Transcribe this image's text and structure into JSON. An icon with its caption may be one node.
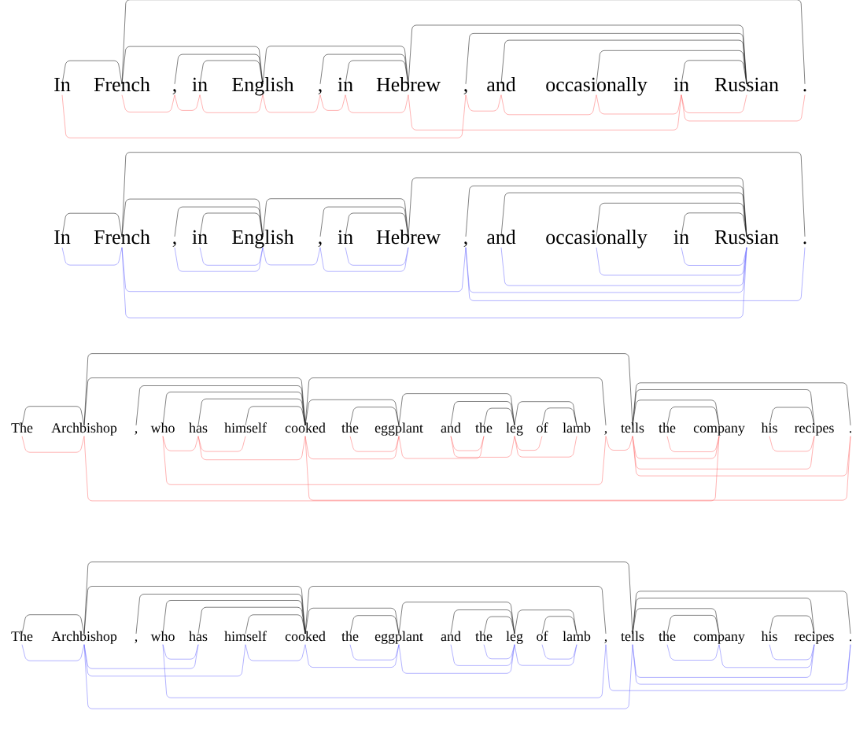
{
  "diagram": {
    "nodes": [
      {
        "text": [
          "In"
        ]
      },
      {
        "text": [
          "French"
        ]
      },
      {
        "text": [
          ","
        ]
      },
      {
        "text": [
          "in"
        ]
      },
      {
        "text": [
          "English"
        ]
      },
      {
        "text": [
          ","
        ]
      },
      {
        "text": [
          "in"
        ]
      },
      {
        "text": [
          "Hebrew"
        ]
      },
      {
        "text": [
          ","
        ]
      },
      {
        "text": [
          "and"
        ]
      },
      {
        "text": [
          "occasionally"
        ]
      },
      {
        "text": [
          "in"
        ]
      },
      {
        "text": [
          "Russian"
        ]
      },
      {
        "text": [
          "."
        ]
      },
      {
        "text": [
          "In"
        ]
      },
      {
        "text": [
          "French"
        ]
      },
      {
        "text": [
          ","
        ]
      },
      {
        "text": [
          "in"
        ]
      },
      {
        "text": [
          "English"
        ]
      },
      {
        "text": [
          ","
        ]
      },
      {
        "text": [
          "in"
        ]
      },
      {
        "text": [
          "Hebrew"
        ]
      },
      {
        "text": [
          ","
        ]
      },
      {
        "text": [
          "and"
        ]
      },
      {
        "text": [
          "occasionally"
        ]
      },
      {
        "text": [
          "in"
        ]
      },
      {
        "text": [
          "Russian"
        ]
      },
      {
        "text": [
          "."
        ]
      },
      {
        "text": [
          "The"
        ]
      },
      {
        "text": [
          "Archbishop"
        ]
      },
      {
        "text": [
          ","
        ]
      },
      {
        "text": [
          "who"
        ]
      },
      {
        "text": [
          "has"
        ]
      },
      {
        "text": [
          "himself"
        ]
      },
      {
        "text": [
          "cooked"
        ]
      },
      {
        "text": [
          "the"
        ]
      },
      {
        "text": [
          "eggplant"
        ]
      },
      {
        "text": [
          "and"
        ]
      },
      {
        "text": [
          "the"
        ]
      },
      {
        "text": [
          "leg"
        ]
      },
      {
        "text": [
          "of"
        ]
      },
      {
        "text": [
          "lamb"
        ]
      },
      {
        "text": [
          ","
        ]
      },
      {
        "text": [
          "tells"
        ]
      },
      {
        "text": [
          "the"
        ]
      },
      {
        "text": [
          "company"
        ]
      },
      {
        "text": [
          "his"
        ]
      },
      {
        "text": [
          "recipes"
        ]
      },
      {
        "text": [
          "."
        ]
      },
      {
        "text": [
          "The"
        ]
      },
      {
        "text": [
          "Archbishop"
        ]
      },
      {
        "text": [
          ","
        ]
      },
      {
        "text": [
          "who"
        ]
      },
      {
        "text": [
          "has"
        ]
      },
      {
        "text": [
          "himself"
        ]
      },
      {
        "text": [
          "cooked"
        ]
      },
      {
        "text": [
          "the"
        ]
      },
      {
        "text": [
          "eggplant"
        ]
      },
      {
        "text": [
          "and"
        ]
      },
      {
        "text": [
          "the"
        ]
      },
      {
        "text": [
          "leg"
        ]
      },
      {
        "text": [
          "of"
        ]
      },
      {
        "text": [
          "lamb"
        ]
      },
      {
        "text": [
          ","
        ]
      },
      {
        "text": [
          "tells"
        ]
      },
      {
        "text": [
          "the"
        ]
      },
      {
        "text": [
          "company"
        ]
      },
      {
        "text": [
          "his"
        ]
      },
      {
        "text": [
          "recipes"
        ]
      },
      {
        "text": [
          "."
        ]
      }
    ],
    "edges": [
      {
        "from": 0,
        "to": 1,
        "arrow": "none"
      },
      {
        "from": 1,
        "to": 13,
        "arrow": "none"
      },
      {
        "from": 1,
        "to": 4,
        "arrow": "none"
      },
      {
        "from": 2,
        "to": 4,
        "arrow": "none"
      },
      {
        "from": 3,
        "to": 4,
        "arrow": "none"
      },
      {
        "from": 4,
        "to": 7,
        "arrow": "none"
      },
      {
        "from": 5,
        "to": 7,
        "arrow": "none"
      },
      {
        "from": 6,
        "to": 7,
        "arrow": "none"
      },
      {
        "from": 7,
        "to": 12,
        "arrow": "none"
      },
      {
        "from": 8,
        "to": 12,
        "arrow": "none"
      },
      {
        "from": 9,
        "to": 12,
        "arrow": "none"
      },
      {
        "from": 10,
        "to": 12,
        "arrow": "none"
      },
      {
        "from": 11,
        "to": 12,
        "arrow": "none"
      },
      {
        "from": 0,
        "to": 8,
        "arrow": "none",
        "color": "#ff6666"
      },
      {
        "from": 1,
        "to": 2,
        "arrow": "none",
        "color": "#ff6666"
      },
      {
        "from": 2,
        "to": 3,
        "arrow": "none",
        "color": "#ff6666"
      },
      {
        "from": 3,
        "to": 4,
        "arrow": "none",
        "color": "#ff6666"
      },
      {
        "from": 4,
        "to": 5,
        "arrow": "none",
        "color": "#ff6666"
      },
      {
        "from": 5,
        "to": 6,
        "arrow": "none",
        "color": "#ff6666"
      },
      {
        "from": 6,
        "to": 7,
        "arrow": "none",
        "color": "#ff6666"
      },
      {
        "from": 7,
        "to": 11,
        "arrow": "none",
        "color": "#ff6666"
      },
      {
        "from": 8,
        "to": 9,
        "arrow": "none",
        "color": "#ff6666"
      },
      {
        "from": 9,
        "to": 10,
        "arrow": "none",
        "color": "#ff6666"
      },
      {
        "from": 10,
        "to": 11,
        "arrow": "none",
        "color": "#ff6666"
      },
      {
        "from": 11,
        "to": 12,
        "arrow": "none",
        "color": "#ff6666"
      },
      {
        "from": 11,
        "to": 13,
        "arrow": "none",
        "color": "#ff6666"
      },
      {
        "from": 14,
        "to": 15,
        "arrow": "none"
      },
      {
        "from": 15,
        "to": 27,
        "arrow": "none"
      },
      {
        "from": 15,
        "to": 18,
        "arrow": "none"
      },
      {
        "from": 16,
        "to": 18,
        "arrow": "none"
      },
      {
        "from": 17,
        "to": 18,
        "arrow": "none"
      },
      {
        "from": 18,
        "to": 21,
        "arrow": "none"
      },
      {
        "from": 19,
        "to": 21,
        "arrow": "none"
      },
      {
        "from": 20,
        "to": 21,
        "arrow": "none"
      },
      {
        "from": 21,
        "to": 26,
        "arrow": "none"
      },
      {
        "from": 22,
        "to": 26,
        "arrow": "none"
      },
      {
        "from": 23,
        "to": 26,
        "arrow": "none"
      },
      {
        "from": 24,
        "to": 26,
        "arrow": "none"
      },
      {
        "from": 25,
        "to": 26,
        "arrow": "none"
      },
      {
        "from": 14,
        "to": 15,
        "arrow": "none",
        "color": "#6666ff"
      },
      {
        "from": 15,
        "to": 22,
        "arrow": "none",
        "color": "#6666ff"
      },
      {
        "from": 16,
        "to": 18,
        "arrow": "none",
        "color": "#6666ff"
      },
      {
        "from": 17,
        "to": 18,
        "arrow": "none",
        "color": "#6666ff"
      },
      {
        "from": 18,
        "to": 19,
        "arrow": "none",
        "color": "#6666ff"
      },
      {
        "from": 19,
        "to": 21,
        "arrow": "none",
        "color": "#6666ff"
      },
      {
        "from": 20,
        "to": 21,
        "arrow": "none",
        "color": "#6666ff"
      },
      {
        "from": 15,
        "to": 26,
        "arrow": "none",
        "color": "#6666ff"
      },
      {
        "from": 22,
        "to": 26,
        "arrow": "none",
        "color": "#6666ff"
      },
      {
        "from": 23,
        "to": 26,
        "arrow": "none",
        "color": "#6666ff"
      },
      {
        "from": 24,
        "to": 26,
        "arrow": "none",
        "color": "#6666ff"
      },
      {
        "from": 25,
        "to": 26,
        "arrow": "none",
        "color": "#6666ff"
      },
      {
        "from": 22,
        "to": 27,
        "arrow": "none",
        "color": "#6666ff"
      },
      {
        "from": 28,
        "to": 29,
        "arrow": "none"
      },
      {
        "from": 29,
        "to": 43,
        "arrow": "none"
      },
      {
        "from": 29,
        "to": 34,
        "arrow": "none"
      },
      {
        "from": 30,
        "to": 34,
        "arrow": "none"
      },
      {
        "from": 31,
        "to": 34,
        "arrow": "none"
      },
      {
        "from": 32,
        "to": 34,
        "arrow": "none"
      },
      {
        "from": 33,
        "to": 34,
        "arrow": "none"
      },
      {
        "from": 34,
        "to": 42,
        "arrow": "none"
      },
      {
        "from": 34,
        "to": 36,
        "arrow": "none"
      },
      {
        "from": 35,
        "to": 36,
        "arrow": "none"
      },
      {
        "from": 36,
        "to": 39,
        "arrow": "none"
      },
      {
        "from": 37,
        "to": 39,
        "arrow": "none"
      },
      {
        "from": 38,
        "to": 39,
        "arrow": "none"
      },
      {
        "from": 39,
        "to": 41,
        "arrow": "none"
      },
      {
        "from": 40,
        "to": 41,
        "arrow": "none"
      },
      {
        "from": 43,
        "to": 45,
        "arrow": "none"
      },
      {
        "from": 43,
        "to": 47,
        "arrow": "none"
      },
      {
        "from": 43,
        "to": 48,
        "arrow": "none"
      },
      {
        "from": 44,
        "to": 45,
        "arrow": "none"
      },
      {
        "from": 46,
        "to": 47,
        "arrow": "none"
      },
      {
        "from": 28,
        "to": 29,
        "arrow": "none",
        "color": "#ff6666"
      },
      {
        "from": 29,
        "to": 45,
        "arrow": "none",
        "color": "#ff6666"
      },
      {
        "from": 31,
        "to": 32,
        "arrow": "none",
        "color": "#ff6666"
      },
      {
        "from": 32,
        "to": 33,
        "arrow": "none",
        "color": "#ff6666"
      },
      {
        "from": 32,
        "to": 34,
        "arrow": "none",
        "color": "#ff6666"
      },
      {
        "from": 31,
        "to": 42,
        "arrow": "none",
        "color": "#ff6666"
      },
      {
        "from": 34,
        "to": 48,
        "arrow": "none",
        "color": "#ff6666"
      },
      {
        "from": 34,
        "to": 36,
        "arrow": "none",
        "color": "#ff6666"
      },
      {
        "from": 35,
        "to": 36,
        "arrow": "none",
        "color": "#ff6666"
      },
      {
        "from": 36,
        "to": 38,
        "arrow": "none",
        "color": "#ff6666"
      },
      {
        "from": 37,
        "to": 38,
        "arrow": "none",
        "color": "#ff6666"
      },
      {
        "from": 37,
        "to": 39,
        "arrow": "none",
        "color": "#ff6666"
      },
      {
        "from": 39,
        "to": 40,
        "arrow": "none",
        "color": "#ff6666"
      },
      {
        "from": 39,
        "to": 41,
        "arrow": "none",
        "color": "#ff6666"
      },
      {
        "from": 42,
        "to": 43,
        "arrow": "none",
        "color": "#ff6666"
      },
      {
        "from": 43,
        "to": 45,
        "arrow": "none",
        "color": "#ff6666"
      },
      {
        "from": 44,
        "to": 45,
        "arrow": "none",
        "color": "#ff6666"
      },
      {
        "from": 46,
        "to": 47,
        "arrow": "none",
        "color": "#ff6666"
      },
      {
        "from": 43,
        "to": 47,
        "arrow": "none",
        "color": "#ff6666"
      },
      {
        "from": 43,
        "to": 48,
        "arrow": "none",
        "color": "#ff6666"
      },
      {
        "from": 49,
        "to": 50,
        "arrow": "none"
      },
      {
        "from": 50,
        "to": 64,
        "arrow": "none"
      },
      {
        "from": 50,
        "to": 55,
        "arrow": "none"
      },
      {
        "from": 51,
        "to": 55,
        "arrow": "none"
      },
      {
        "from": 52,
        "to": 55,
        "arrow": "none"
      },
      {
        "from": 53,
        "to": 55,
        "arrow": "none"
      },
      {
        "from": 54,
        "to": 55,
        "arrow": "none"
      },
      {
        "from": 55,
        "to": 63,
        "arrow": "none"
      },
      {
        "from": 55,
        "to": 57,
        "arrow": "none"
      },
      {
        "from": 56,
        "to": 57,
        "arrow": "none"
      },
      {
        "from": 57,
        "to": 60,
        "arrow": "none"
      },
      {
        "from": 58,
        "to": 60,
        "arrow": "none"
      },
      {
        "from": 59,
        "to": 60,
        "arrow": "none"
      },
      {
        "from": 60,
        "to": 62,
        "arrow": "none"
      },
      {
        "from": 61,
        "to": 62,
        "arrow": "none"
      },
      {
        "from": 64,
        "to": 66,
        "arrow": "none"
      },
      {
        "from": 64,
        "to": 68,
        "arrow": "none"
      },
      {
        "from": 64,
        "to": 69,
        "arrow": "none"
      },
      {
        "from": 65,
        "to": 66,
        "arrow": "none"
      },
      {
        "from": 67,
        "to": 68,
        "arrow": "none"
      },
      {
        "from": 49,
        "to": 50,
        "arrow": "none",
        "color": "#6666ff"
      },
      {
        "from": 52,
        "to": 53,
        "arrow": "none",
        "color": "#6666ff"
      },
      {
        "from": 50,
        "to": 53,
        "arrow": "none",
        "color": "#6666ff"
      },
      {
        "from": 50,
        "to": 54,
        "arrow": "none",
        "color": "#6666ff"
      },
      {
        "from": 54,
        "to": 55,
        "arrow": "none",
        "color": "#6666ff"
      },
      {
        "from": 52,
        "to": 63,
        "arrow": "none",
        "color": "#6666ff"
      },
      {
        "from": 50,
        "to": 64,
        "arrow": "none",
        "color": "#6666ff"
      },
      {
        "from": 55,
        "to": 57,
        "arrow": "none",
        "color": "#6666ff"
      },
      {
        "from": 56,
        "to": 57,
        "arrow": "none",
        "color": "#6666ff"
      },
      {
        "from": 57,
        "to": 60,
        "arrow": "none",
        "color": "#6666ff"
      },
      {
        "from": 58,
        "to": 60,
        "arrow": "none",
        "color": "#6666ff"
      },
      {
        "from": 59,
        "to": 60,
        "arrow": "none",
        "color": "#6666ff"
      },
      {
        "from": 60,
        "to": 62,
        "arrow": "none",
        "color": "#6666ff"
      },
      {
        "from": 61,
        "to": 62,
        "arrow": "none",
        "color": "#6666ff"
      },
      {
        "from": 63,
        "to": 69,
        "arrow": "none",
        "color": "#6666ff"
      },
      {
        "from": 64,
        "to": 68,
        "arrow": "none",
        "color": "#6666ff"
      },
      {
        "from": 64,
        "to": 69,
        "arrow": "none",
        "color": "#6666ff"
      },
      {
        "from": 65,
        "to": 66,
        "arrow": "none",
        "color": "#6666ff"
      },
      {
        "from": 66,
        "to": 68,
        "arrow": "none",
        "color": "#6666ff"
      },
      {
        "from": 67,
        "to": 68,
        "arrow": "none",
        "color": "#6666ff"
      }
    ]
  }
}
